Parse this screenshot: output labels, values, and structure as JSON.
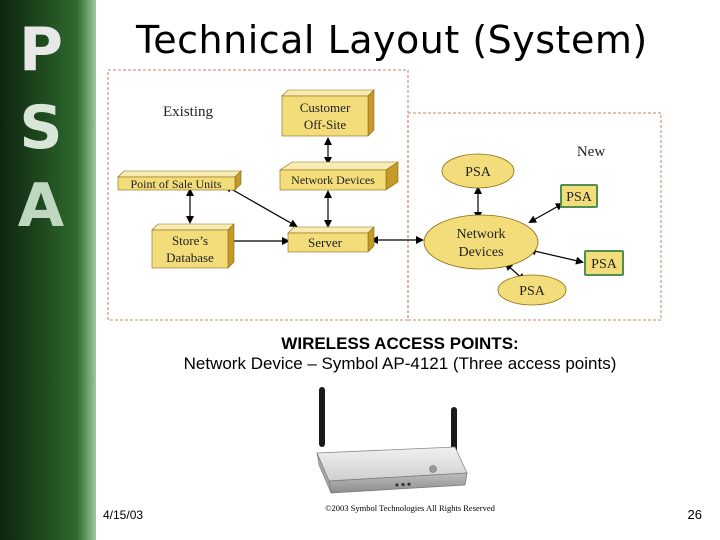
{
  "logo": {
    "letters": [
      "P",
      "S",
      "A"
    ]
  },
  "title": "Technical Layout (System)",
  "diagram": {
    "existing_label": "Existing",
    "new_label": "New",
    "nodes": {
      "customer_offsite": {
        "line1": "Customer",
        "line2": "Off-Site"
      },
      "network_devices_existing": "Network Devices",
      "point_of_sale_units": "Point of Sale Units",
      "stores_database": {
        "line1": "Store’s",
        "line2": "Database"
      },
      "server": "Server",
      "psa_top": "PSA",
      "psa_right": "PSA",
      "network_devices_new": {
        "line1": "Network",
        "line2": "Devices"
      },
      "psa_lower_right": "PSA",
      "psa_bottom": "PSA"
    }
  },
  "caption": {
    "heading": "WIRELESS ACCESS POINTS:",
    "detail": "Network Device – Symbol AP-4121 (Three access points)"
  },
  "footer": {
    "date": "4/15/03",
    "copyright": "©2003 Symbol Technologies All Rights Reserved",
    "page_number": "26"
  },
  "colors": {
    "box_fill": "#f3dc7a",
    "box_side": "#c49a28",
    "box_top": "#f9ecb2",
    "dashed_border": "#d99a86",
    "psa_fill": "#4f8f4f",
    "logo_fill": "#e6e6e6"
  }
}
